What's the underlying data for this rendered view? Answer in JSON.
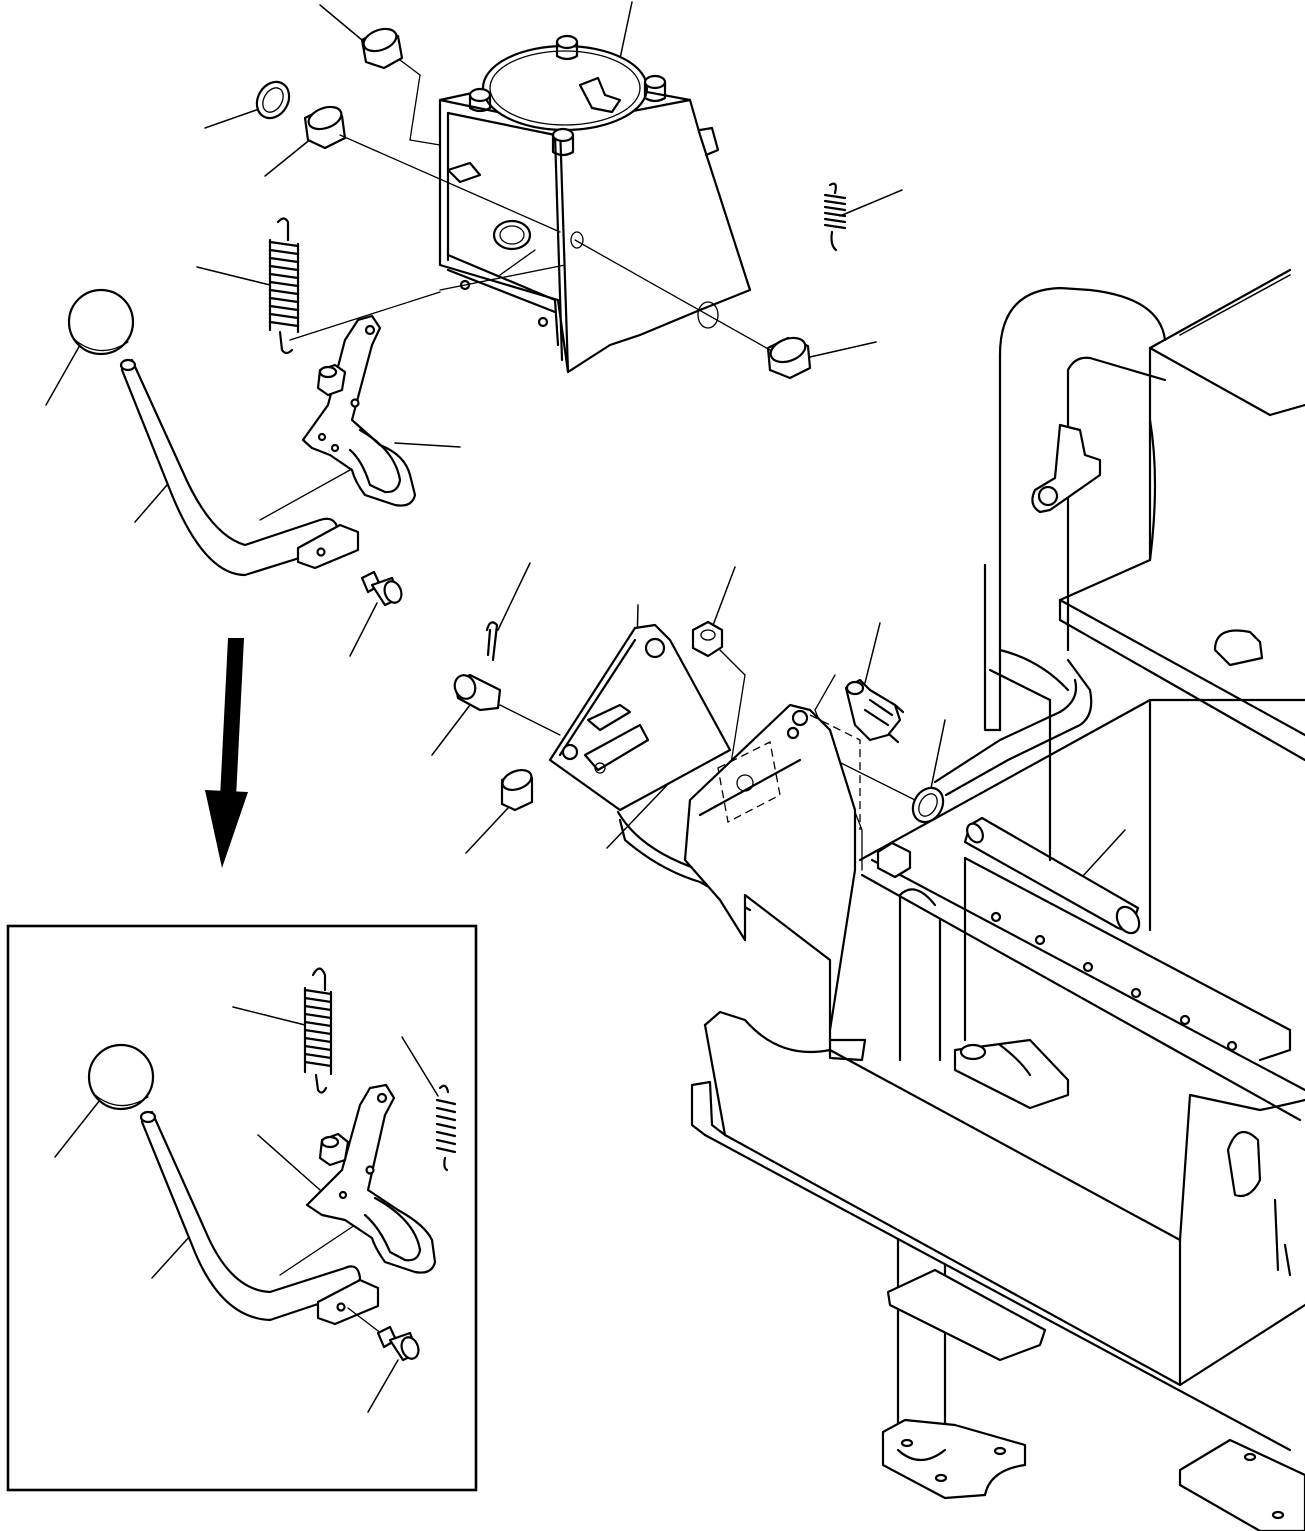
{
  "colors": {
    "line": "#000000",
    "background": "#ffffff"
  },
  "parts": [
    "housing",
    "bushing",
    "snap-ring",
    "spring",
    "knob",
    "lever",
    "bracket",
    "bolt",
    "cotter-pin",
    "pin",
    "collar",
    "stopper",
    "nut",
    "switch",
    "shaft",
    "frame"
  ]
}
